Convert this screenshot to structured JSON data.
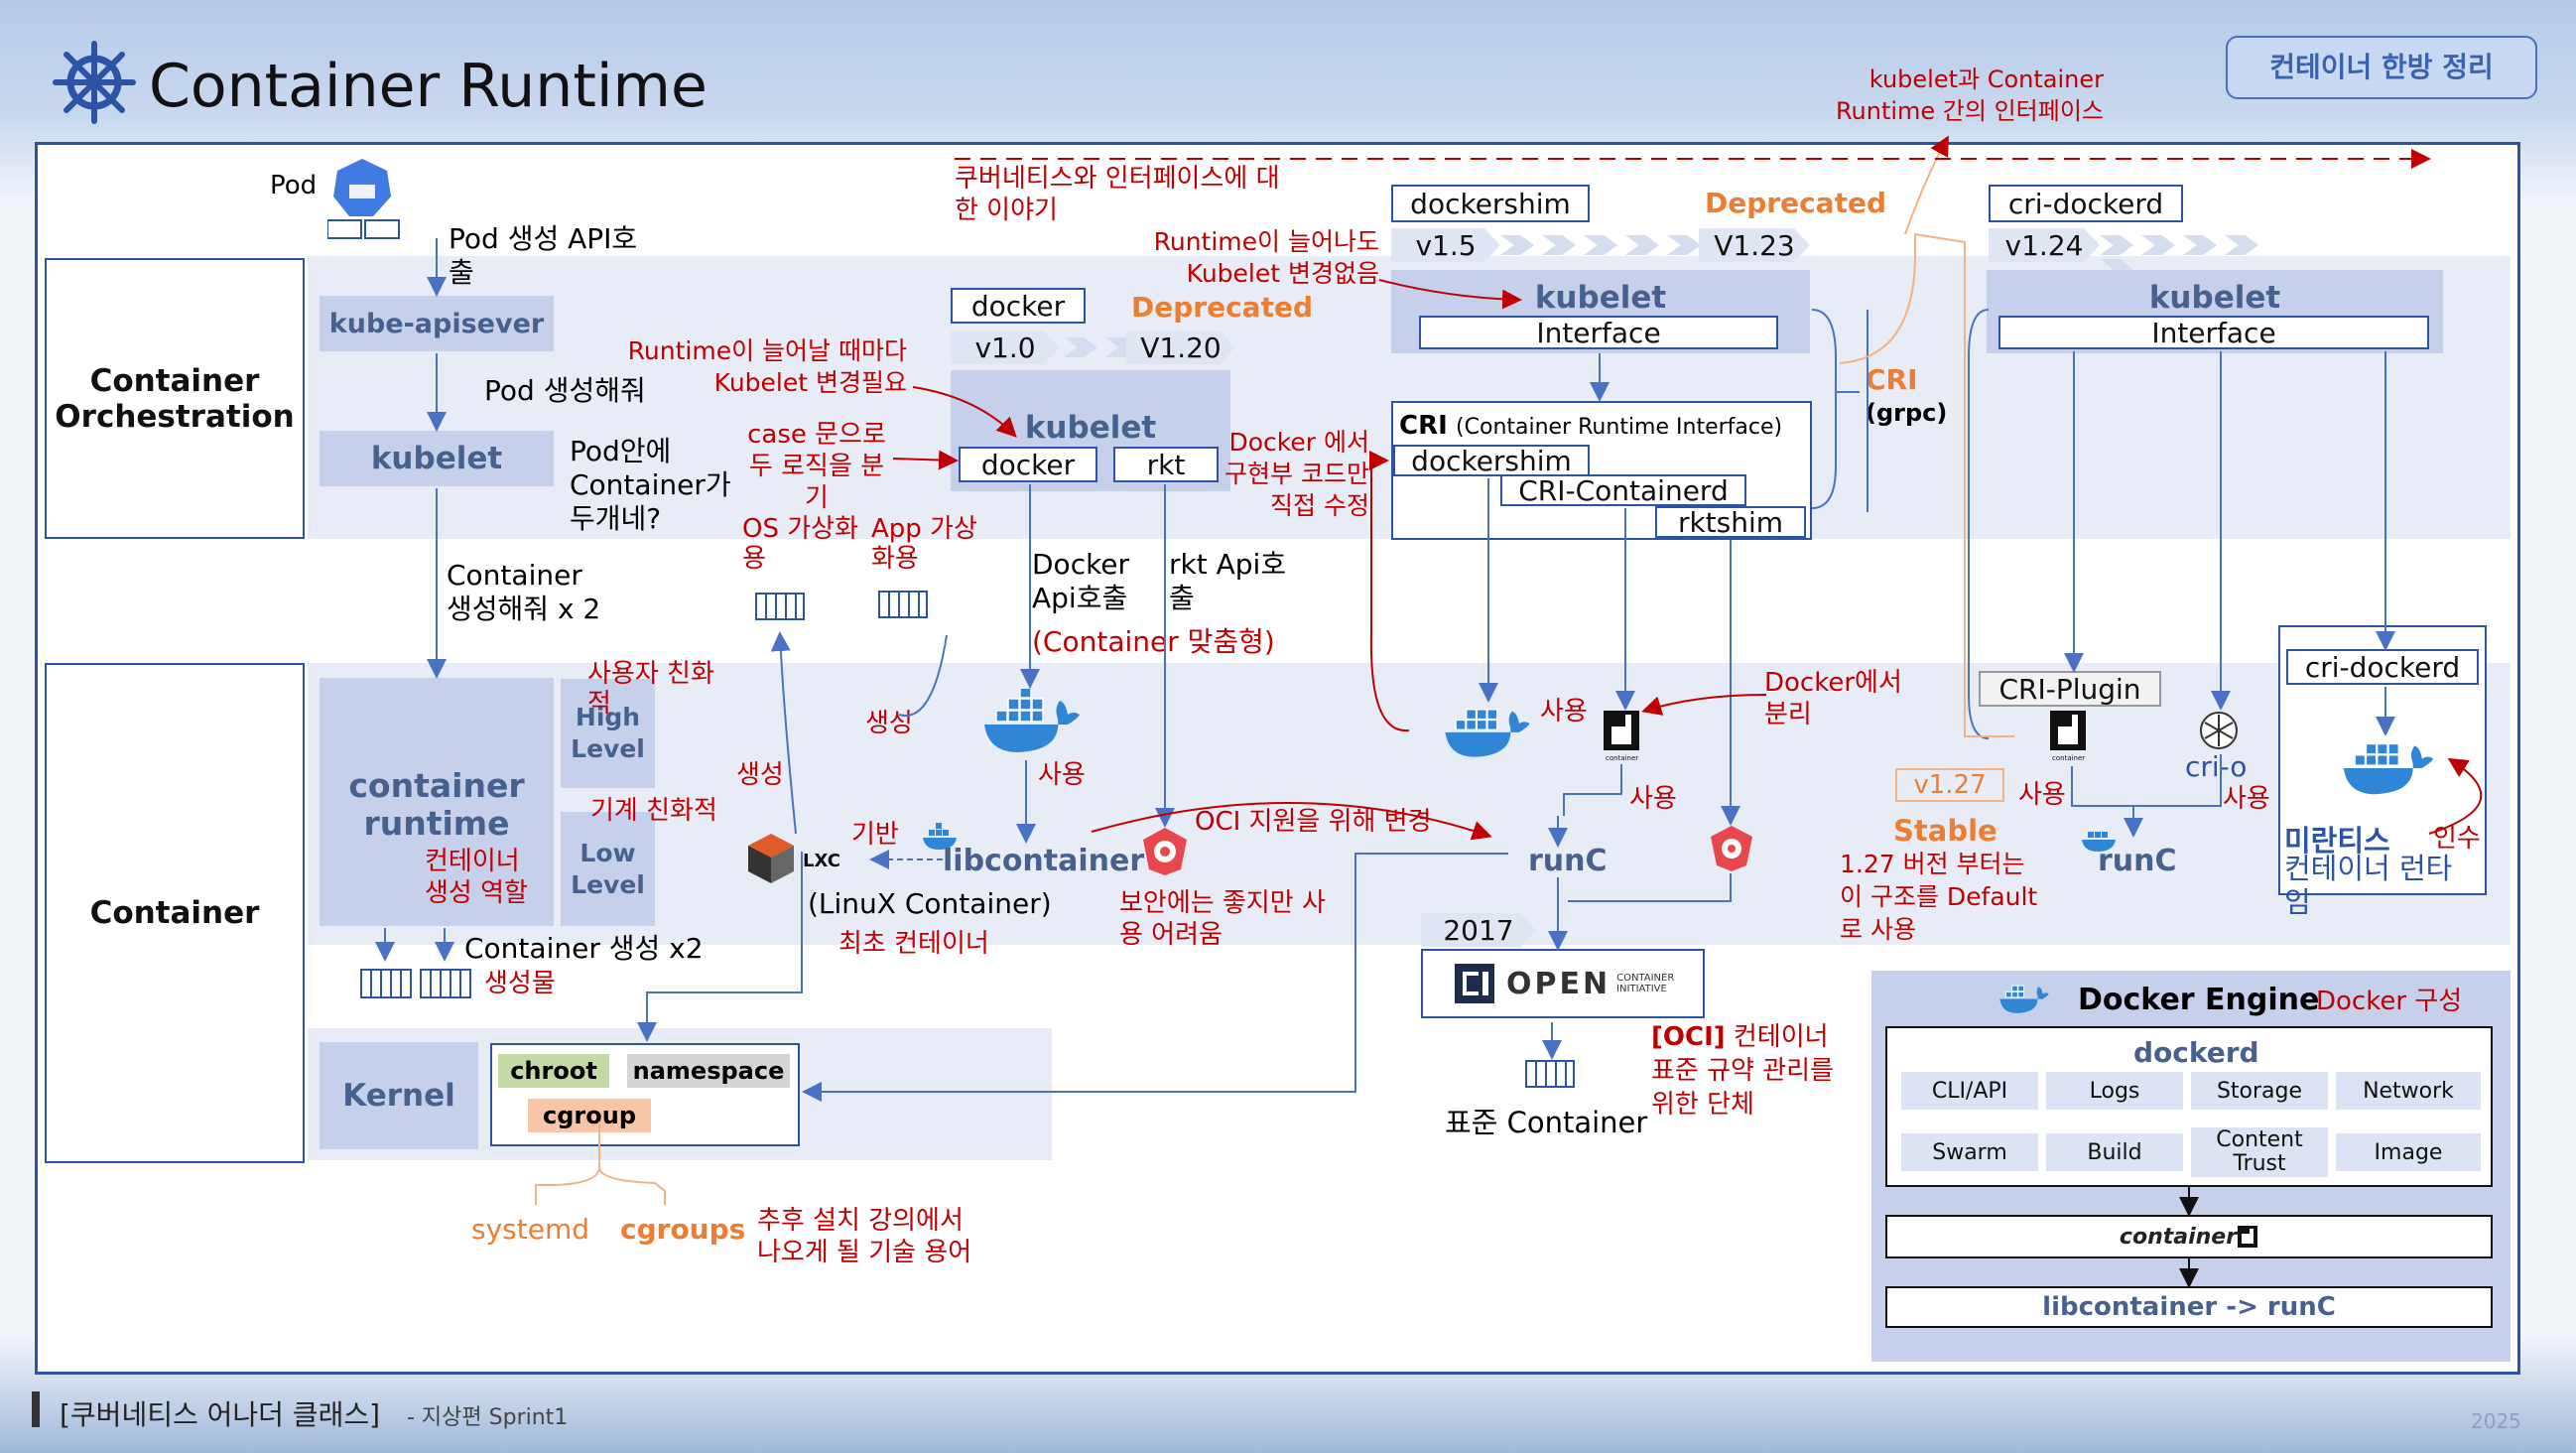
{
  "slide": {
    "title": "Container Runtime",
    "badge": "컨테이너 한방 정리",
    "footer_left": "[쿠버네티스 어나더 클래스]",
    "footer_sub": "- 지상편 Sprint1",
    "page_num": "2025"
  },
  "layers": {
    "orchestration": "Container Orchestration",
    "container": "Container"
  },
  "components": {
    "pod": "Pod",
    "kube_apiserver": "kube-apisever",
    "kubelet": "kubelet",
    "container_runtime": "container runtime",
    "high_level": "High Level",
    "low_level": "Low Level",
    "kernel": "Kernel",
    "chroot": "chroot",
    "namespace": "namespace",
    "cgroup": "cgroup",
    "systemd": "systemd",
    "cgroups": "cgroups",
    "lxc": "LXC",
    "lxc_full": "(LinuX Container)",
    "libcontainer": "libcontainer",
    "runc1": "runC",
    "runc2": "runC",
    "std_container": "표준 Container",
    "oci_logo": "OPEN",
    "oci_logo_sub": "CONTAINER INITIATIVE"
  },
  "notes": {
    "pod_api": "Pod 생성 API호출",
    "pod_make": "Pod 생성해줘",
    "two_containers": "Pod안에 Container가 두개네?",
    "make_x2": "Container 생성해줘 x 2",
    "created_x2": "Container 생성 x2",
    "product": "생성물",
    "user_friendly": "사용자 친화적",
    "machine_friendly": "기계 친화적",
    "create_role": "컨테이너 생성 역할",
    "os_virt": "OS 가상화용",
    "app_virt": "App 가상화용",
    "create1": "생성",
    "create2": "생성",
    "based": "기반",
    "first_container": "최초 컨테이너",
    "use1": "사용",
    "later_course": "추후 설치 강의에서 나오게 될 기술 용어",
    "k8s_interface": "쿠버네티스와 인터페이스에 대한 이야기",
    "runtime_grow": "Runtime이 늘어날 때마다 Kubelet 변경필요",
    "case_logic": "case 문으로 두 로직을 분기",
    "docker_api": "Docker Api호출",
    "rkt_api": "rkt Api호출",
    "container_custom": "(Container 맞춤형)",
    "oci_support": "OCI 지원을 위해 변경",
    "security": "보안에는 좋지만 사용 어려움",
    "kubelet_cri_interface": "kubelet과 Container Runtime 간의 인터페이스",
    "runtime_grow2": "Runtime이 늘어나도 Kubelet 변경없음",
    "docker_code": "Docker 에서 구현부 코드만 직접 수정",
    "use2": "사용",
    "use3": "사용",
    "docker_split": "Docker에서 분리",
    "cri_title_bold": "CRI",
    "cri_title_rest": "(Container Runtime Interface)",
    "cri": "CRI",
    "grpc": "(grpc)",
    "oci_desc_bold": "[OCI]",
    "oci_desc_rest": "컨테이너 표준 규약 관리를 위한 단체",
    "year": "2017",
    "use4": "사용",
    "use5": "사용",
    "stable_ver": "v1.27",
    "stable": "Stable",
    "default_note": "1.27 버전 부터는 이 구조를 Default로 사용",
    "mirantis": "미란티스",
    "mirantis_desc": "컨테이너 런타임",
    "acquire": "인수"
  },
  "stage1": {
    "docker_label": "docker",
    "v_from": "v1.0",
    "v_to": "V1.20",
    "deprecated": "Deprecated",
    "kubelet": "kubelet",
    "docker": "docker",
    "rkt": "rkt"
  },
  "stage2": {
    "dockershim_label": "dockershim",
    "v_from": "v1.5",
    "v_to": "V1.23",
    "deprecated": "Deprecated",
    "kubelet": "kubelet",
    "interface": "Interface",
    "dockershim": "dockershim",
    "cri_containerd": "CRI-Containerd",
    "rktshim": "rktshim"
  },
  "stage3": {
    "label": "cri-dockerd",
    "v_from": "v1.24",
    "kubelet": "kubelet",
    "interface": "Interface",
    "cri_plugin": "CRI-Plugin",
    "cri_o": "cri-o",
    "cri_dockerd": "cri-dockerd",
    "runc": "runC"
  },
  "docker_engine": {
    "title": "Docker Engine",
    "subtitle": "Docker 구성",
    "dockerd": "dockerd",
    "cells": [
      "CLI/API",
      "Logs",
      "Storage",
      "Network",
      "Swarm",
      "Build",
      "Content Trust",
      "Image"
    ],
    "containerd": "container",
    "libcontainer": "libcontainer -> runC"
  },
  "colors": {
    "accent_blue": "#2c53a6",
    "red": "#c00000",
    "orange": "#ed7d31",
    "component_fill": "#c6d0ea"
  }
}
